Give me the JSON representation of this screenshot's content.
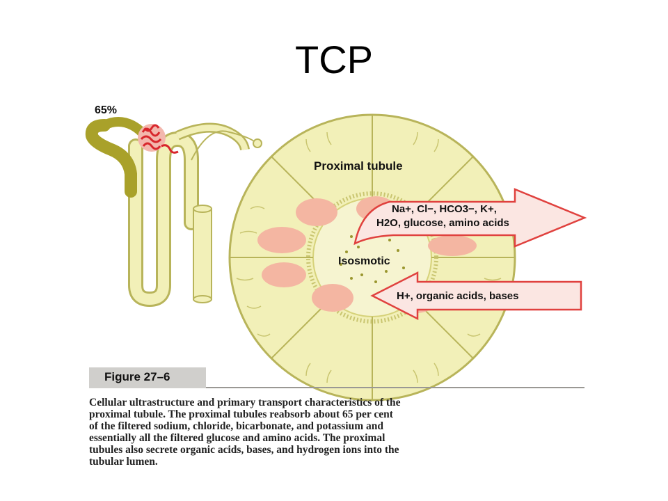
{
  "slide": {
    "title": "TCP"
  },
  "figure": {
    "percent_label": "65%",
    "tubule_label": "Proximal tubule",
    "reabsorb_line1": "Na+, Cl−, HCO3−, K+,",
    "reabsorb_line2": "H2O, glucose, amino acids",
    "center_label": "Isosmotic",
    "secrete_label": "H+, organic acids, bases",
    "figure_number": "Figure 27–6",
    "caption_lines": [
      "Cellular ultrastructure and primary transport characteristics of the",
      "proximal tubule. The proximal tubules reabsorb about 65 per cent",
      "of the filtered sodium, chloride, bicarbonate, and potassium and",
      "essentially all the filtered glucose and amino acids. The proximal",
      "tubules also secrete organic acids, bases, and hydrogen ions into the",
      "tubular lumen."
    ]
  },
  "colors": {
    "tubule_fill": "#f2f0b8",
    "tubule_stroke": "#b8b45a",
    "proximal_segment": "#a9a12a",
    "glomerulus": "#d8262c",
    "nucleus": "#f4b6a2",
    "arrow_fill": "#fbe6e2",
    "arrow_stroke": "#e0413e"
  }
}
